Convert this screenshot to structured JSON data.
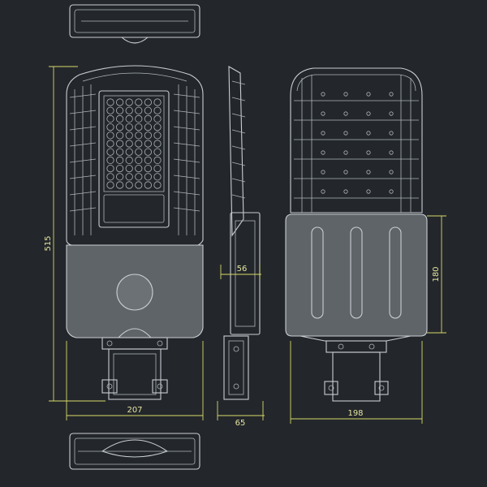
{
  "colors": {
    "background": "#23272b",
    "line": "#c9ced3",
    "dimension": "#d8d86a"
  },
  "dimensions": {
    "length": "515",
    "width_front": "207",
    "thickness_body": "56",
    "thickness_total": "65",
    "width_back": "198",
    "panel_height": "180"
  }
}
